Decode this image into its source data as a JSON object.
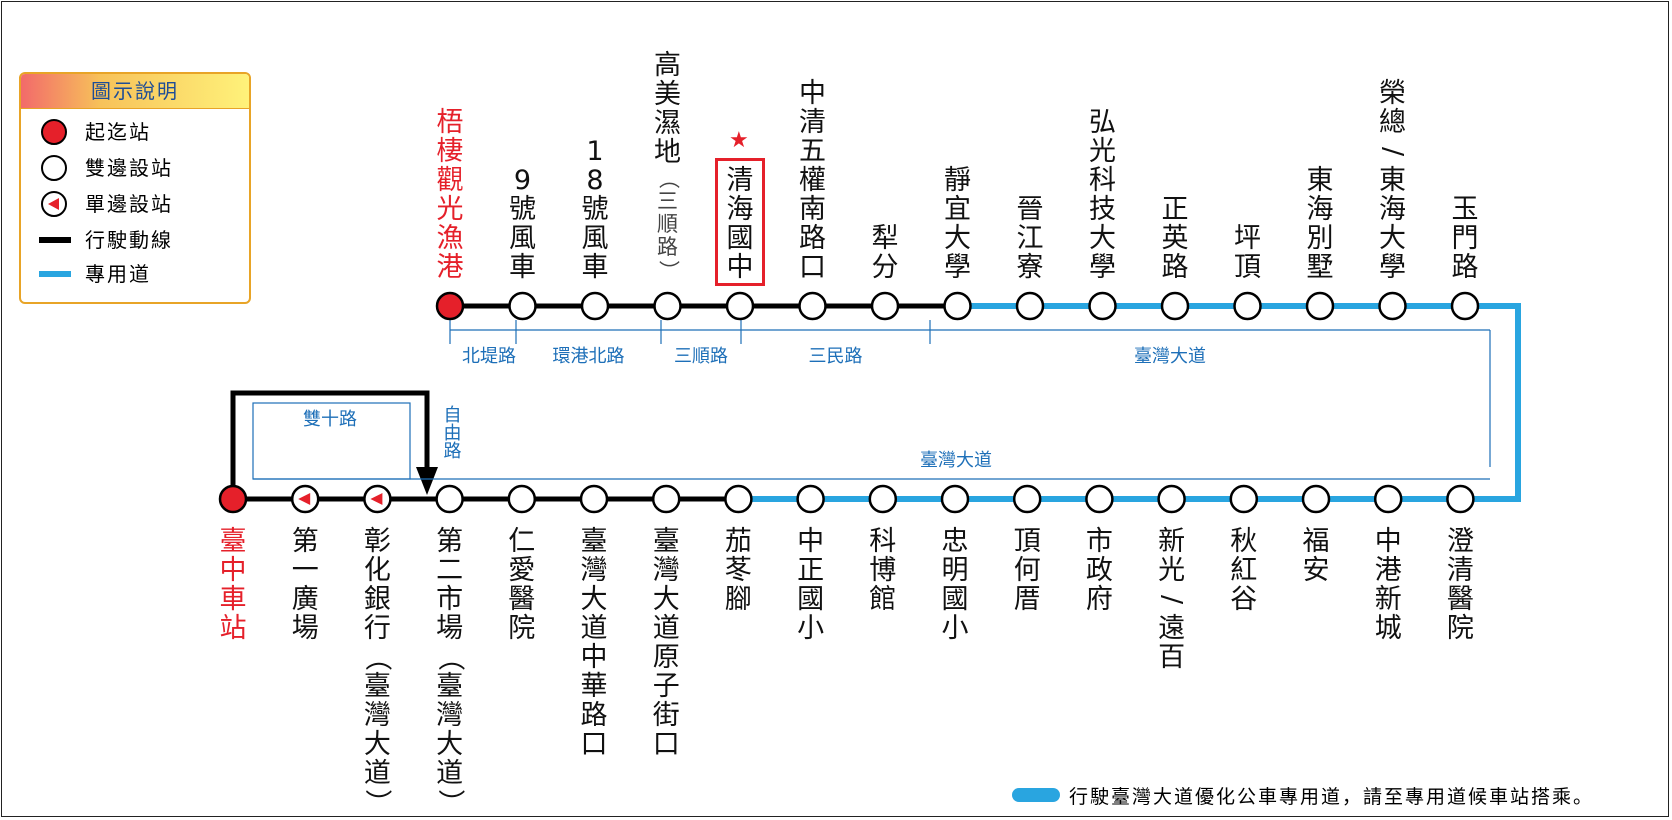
{
  "legend": {
    "title": "圖示說明",
    "items": [
      {
        "label": "起迄站",
        "symbol": "red-dot"
      },
      {
        "label": "雙邊設站",
        "symbol": "white-dot"
      },
      {
        "label": "單邊設站",
        "symbol": "one-side-dot"
      },
      {
        "label": "行駛動線",
        "symbol": "black-line"
      },
      {
        "label": "專用道",
        "symbol": "blue-line"
      }
    ]
  },
  "colors": {
    "terminal": "#e5202a",
    "route_line": "#000000",
    "busway": "#29a5e0",
    "road_label": "#1d6fb8",
    "legend_border": "#e8a427",
    "highlight_box": "#e5202a"
  },
  "top_stops": [
    {
      "name": "梧棲觀光漁港",
      "type": "terminal"
    },
    {
      "name": "9號風車",
      "type": "both"
    },
    {
      "name": "18號風車",
      "type": "both"
    },
    {
      "name": "高美濕地",
      "sub": "（三順路）",
      "type": "both"
    },
    {
      "name": "清海國中",
      "type": "both",
      "highlight": true
    },
    {
      "name": "中清五權南路口",
      "type": "both"
    },
    {
      "name": "犁分",
      "type": "both"
    },
    {
      "name": "靜宜大學",
      "type": "both"
    },
    {
      "name": "晉江寮",
      "type": "both"
    },
    {
      "name": "弘光科技大學",
      "type": "both"
    },
    {
      "name": "正英路",
      "type": "both"
    },
    {
      "name": "坪頂",
      "type": "both"
    },
    {
      "name": "東海別墅",
      "type": "both"
    },
    {
      "name": "榮總/東海大學",
      "type": "both"
    },
    {
      "name": "玉門路",
      "type": "both"
    }
  ],
  "bottom_stops": [
    {
      "name": "臺中車站",
      "type": "terminal"
    },
    {
      "name": "第一廣場",
      "type": "single"
    },
    {
      "name": "彰化銀行（臺灣大道）",
      "type": "single"
    },
    {
      "name": "第二市場（臺灣大道）",
      "type": "both"
    },
    {
      "name": "仁愛醫院",
      "type": "both"
    },
    {
      "name": "臺灣大道中華路口",
      "type": "both"
    },
    {
      "name": "臺灣大道原子街口",
      "type": "both"
    },
    {
      "name": "茄苳腳",
      "type": "both"
    },
    {
      "name": "中正國小",
      "type": "both"
    },
    {
      "name": "科博館",
      "type": "both"
    },
    {
      "name": "忠明國小",
      "type": "both"
    },
    {
      "name": "頂何厝",
      "type": "both"
    },
    {
      "name": "市政府",
      "type": "both"
    },
    {
      "name": "新光/遠百",
      "type": "both"
    },
    {
      "name": "秋紅谷",
      "type": "both"
    },
    {
      "name": "福安",
      "type": "both"
    },
    {
      "name": "中港新城",
      "type": "both"
    },
    {
      "name": "澄清醫院",
      "type": "both"
    }
  ],
  "road_labels": {
    "top": [
      "北堤路",
      "環港北路",
      "三順路",
      "三民路",
      "臺灣大道"
    ],
    "bottom_main": "臺灣大道",
    "loop": "雙十路",
    "side": "自由路"
  },
  "footer_note": "行駛臺灣大道優化公車專用道，請至專用道候車站搭乘。"
}
